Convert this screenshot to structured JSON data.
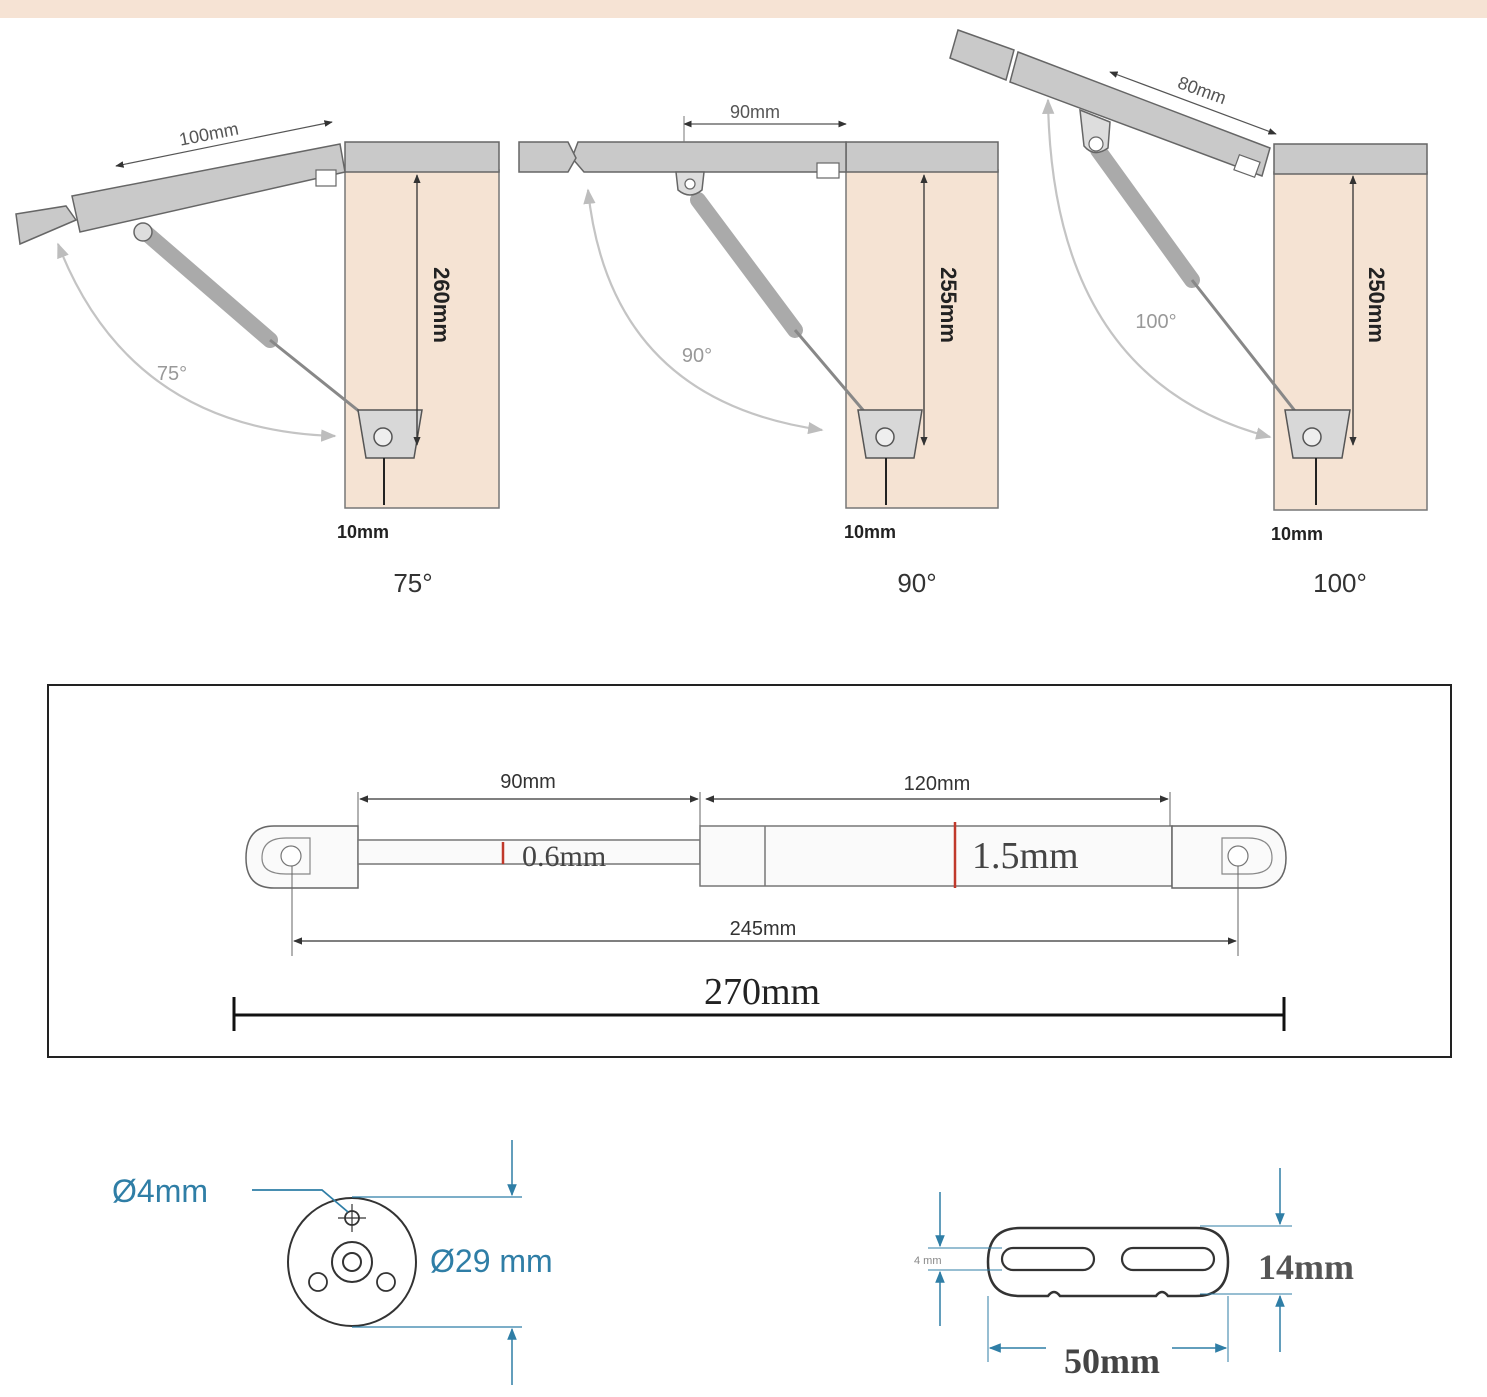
{
  "panels": [
    {
      "lid_dim": "100mm",
      "height_dim": "260mm",
      "angle_arc": "75°",
      "offset": "10mm",
      "caption": "75°"
    },
    {
      "lid_dim": "90mm",
      "height_dim": "255mm",
      "angle_arc": "90°",
      "offset": "10mm",
      "caption": "90°"
    },
    {
      "lid_dim": "80mm",
      "height_dim": "250mm",
      "angle_arc": "100°",
      "offset": "10mm",
      "caption": "100°"
    }
  ],
  "strut": {
    "rod_length": "90mm",
    "cylinder_length": "120mm",
    "rod_thickness": "0.6mm",
    "cylinder_thickness": "1.5mm",
    "center_distance": "245mm",
    "total_length": "270mm"
  },
  "round_bracket": {
    "hole_diameter": "Ø4mm",
    "plate_diameter": "Ø29 mm"
  },
  "slot_bracket": {
    "slot_width": "4 mm",
    "height": "14mm",
    "width": "50mm"
  },
  "colors": {
    "cabinet": "#f5e3d3",
    "lid": "#c9c9c9",
    "accent_red": "#c0392b",
    "dimension_blue": "#2f7ea6"
  }
}
